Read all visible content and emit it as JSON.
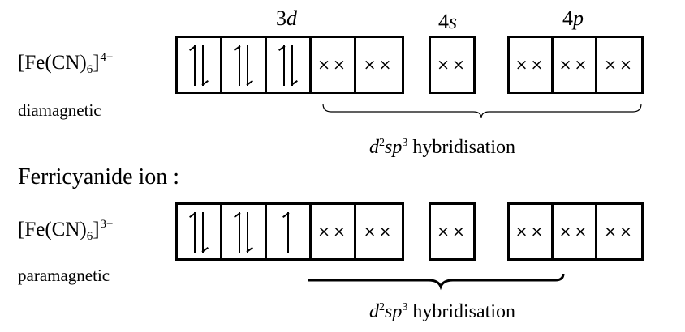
{
  "orbital_labels": {
    "d_num": "3",
    "d_letter": "d",
    "s_num": "4",
    "s_letter": "s",
    "p_num": "4",
    "p_letter": "p"
  },
  "ferro": {
    "formula_base": "[Fe(CN)",
    "formula_sub": "6",
    "formula_close": "]",
    "formula_charge": "4−",
    "magnetism": "diamagnetic",
    "d_boxes": [
      "pair",
      "pair",
      "pair",
      "xx",
      "xx"
    ],
    "s_boxes": [
      "xx"
    ],
    "p_boxes": [
      "xx",
      "xx",
      "xx"
    ]
  },
  "heading": "Ferricyanide ion :",
  "ferri": {
    "formula_base": "[Fe(CN)",
    "formula_sub": "6",
    "formula_close": "]",
    "formula_charge": "3−",
    "magnetism": "paramagnetic",
    "d_boxes": [
      "pair",
      "pair",
      "single",
      "xx",
      "xx"
    ],
    "s_boxes": [
      "xx"
    ],
    "p_boxes": [
      "xx",
      "xx",
      "xx"
    ]
  },
  "hybridisation": {
    "d": "d",
    "d_exp": "2",
    "sp": "sp",
    "sp_exp": "3",
    "word": "hybridisation"
  },
  "electron_marker": "××"
}
